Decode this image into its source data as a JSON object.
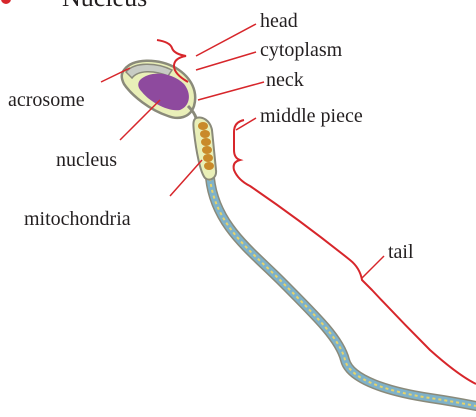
{
  "heading": {
    "bullet": "•",
    "text": "Nucleus"
  },
  "labels": {
    "head": "head",
    "cytoplasm": "cytoplasm",
    "neck": "neck",
    "middle_piece": "middle piece",
    "acrosome": "acrosome",
    "nucleus": "nucleus",
    "mitochondria": "mitochondria",
    "tail": "tail"
  },
  "colors": {
    "bracket": "#d7262b",
    "leader": "#d7262b",
    "nucleus_fill": "#8e4a9e",
    "cell_body": "#e9efb8",
    "mitochondria": "#c98a2a",
    "tail": "#7fb2c9",
    "text": "#231f20",
    "bullet": "#d7262b"
  }
}
